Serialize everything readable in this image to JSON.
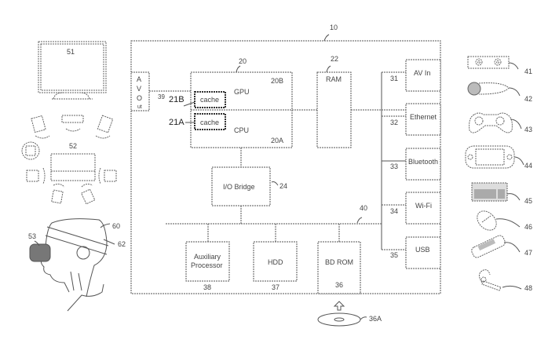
{
  "diagram": {
    "system_ref": "10",
    "processor": {
      "ref": "20",
      "gpu_label": "GPU",
      "gpu_ref": "20B",
      "cpu_label": "CPU",
      "cpu_ref": "20A",
      "gpu_cache_label": "cache",
      "gpu_cache_ref": "21B",
      "cpu_cache_label": "cache",
      "cpu_cache_ref": "21A"
    },
    "ram": {
      "label": "RAM",
      "ref": "22"
    },
    "av_out": {
      "chars": [
        "A",
        "V",
        "O",
        "ut"
      ],
      "ref": "39"
    },
    "io_bridge": {
      "label": "I/O Bridge",
      "ref": "24"
    },
    "bus_ref": "40",
    "bottom_modules": [
      {
        "label_lines": [
          "Auxiliary",
          "Processor"
        ],
        "ref": "38"
      },
      {
        "label_lines": [
          "HDD"
        ],
        "ref": "37"
      },
      {
        "label_lines": [
          "BD ROM"
        ],
        "ref": "36"
      }
    ],
    "disc_ref": "36A",
    "io_ports": [
      {
        "label": "AV In",
        "ref": "31"
      },
      {
        "label": "Ethernet",
        "ref": "32"
      },
      {
        "label": "Bluetooth",
        "ref": "33"
      },
      {
        "label": "Wi-Fi",
        "ref": "34"
      },
      {
        "label": "USB",
        "ref": "35"
      }
    ],
    "peripherals": [
      {
        "name": "camera",
        "ref": "41"
      },
      {
        "name": "motion-controller",
        "ref": "42"
      },
      {
        "name": "gamepad",
        "ref": "43"
      },
      {
        "name": "handheld-console",
        "ref": "44"
      },
      {
        "name": "keyboard",
        "ref": "45"
      },
      {
        "name": "mouse",
        "ref": "46"
      },
      {
        "name": "remote-control",
        "ref": "47"
      },
      {
        "name": "headset",
        "ref": "48"
      }
    ],
    "display_ref": "51",
    "surround_ref": "52",
    "hmd": {
      "display_ref": "53",
      "user_ref": "60",
      "earphone_ref": "62"
    }
  }
}
